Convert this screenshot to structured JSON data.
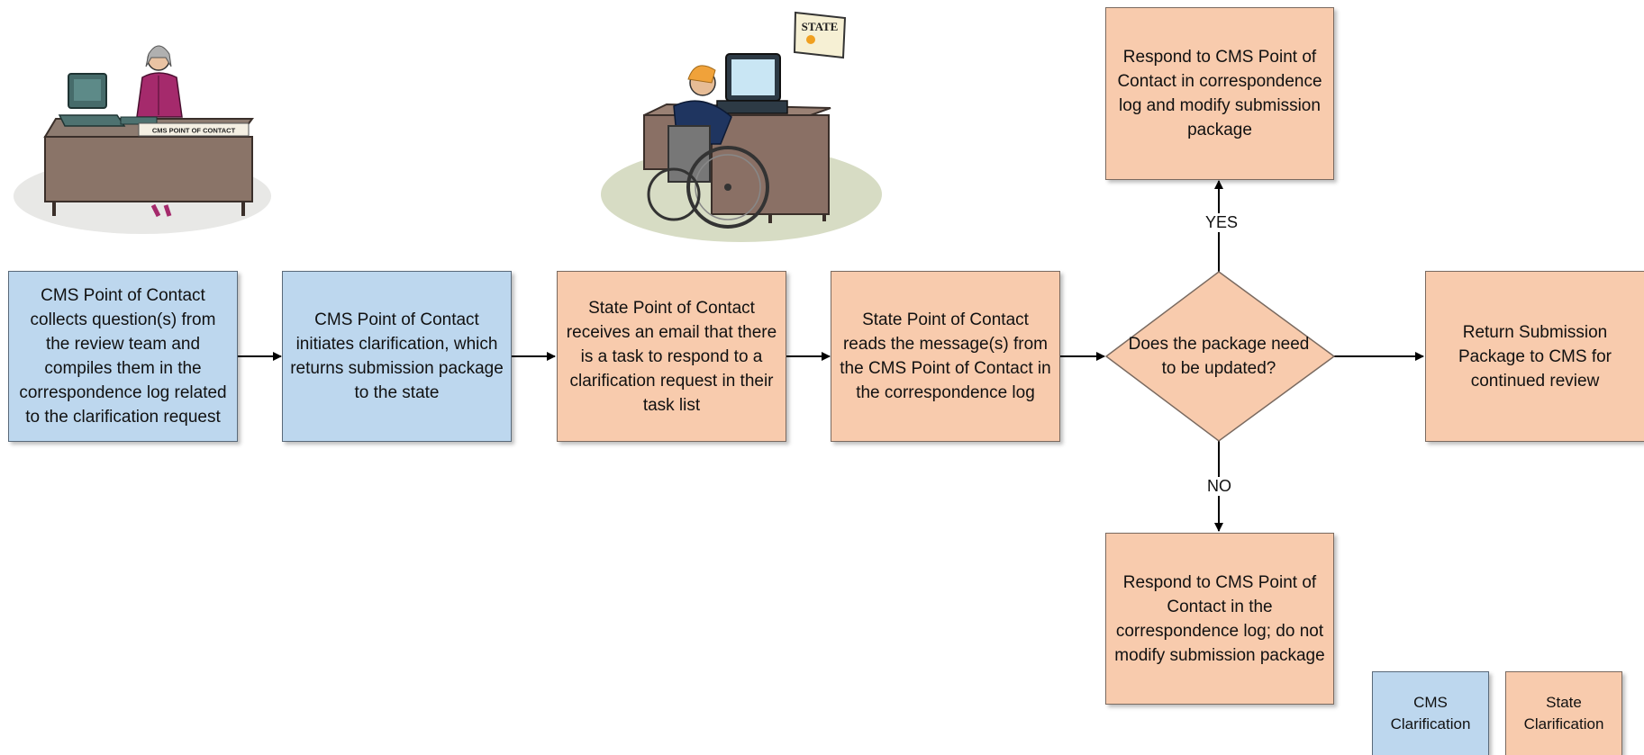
{
  "steps": {
    "s1": "CMS Point of Contact collects question(s) from the review team and compiles them in the correspondence log related to the clarification request",
    "s2": "CMS Point of Contact initiates clarification, which returns submission package to the state",
    "s3": "State Point of Contact receives an email that there is a task to respond to a clarification request in their task list",
    "s4": "State Point of Contact reads the message(s) from the CMS Point of Contact in the correspondence log",
    "decision": "Does the package need to be updated?",
    "yes_outcome": "Respond to CMS Point of Contact in correspondence log and modify submission package",
    "no_outcome": "Respond to CMS Point of Contact in the correspondence log; do not modify submission package",
    "final": "Return Submission Package to CMS for continued review"
  },
  "branches": {
    "yes": "YES",
    "no": "NO"
  },
  "illustrations": {
    "cms_desk_sign": "CMS POINT OF CONTACT",
    "state_sign": "STATE"
  },
  "legend": {
    "cms": "CMS Clarification",
    "state": "State Clarification"
  },
  "colors": {
    "cms_fill": "#bdd7ee",
    "state_fill": "#f8cbad",
    "connector": "#000000"
  }
}
